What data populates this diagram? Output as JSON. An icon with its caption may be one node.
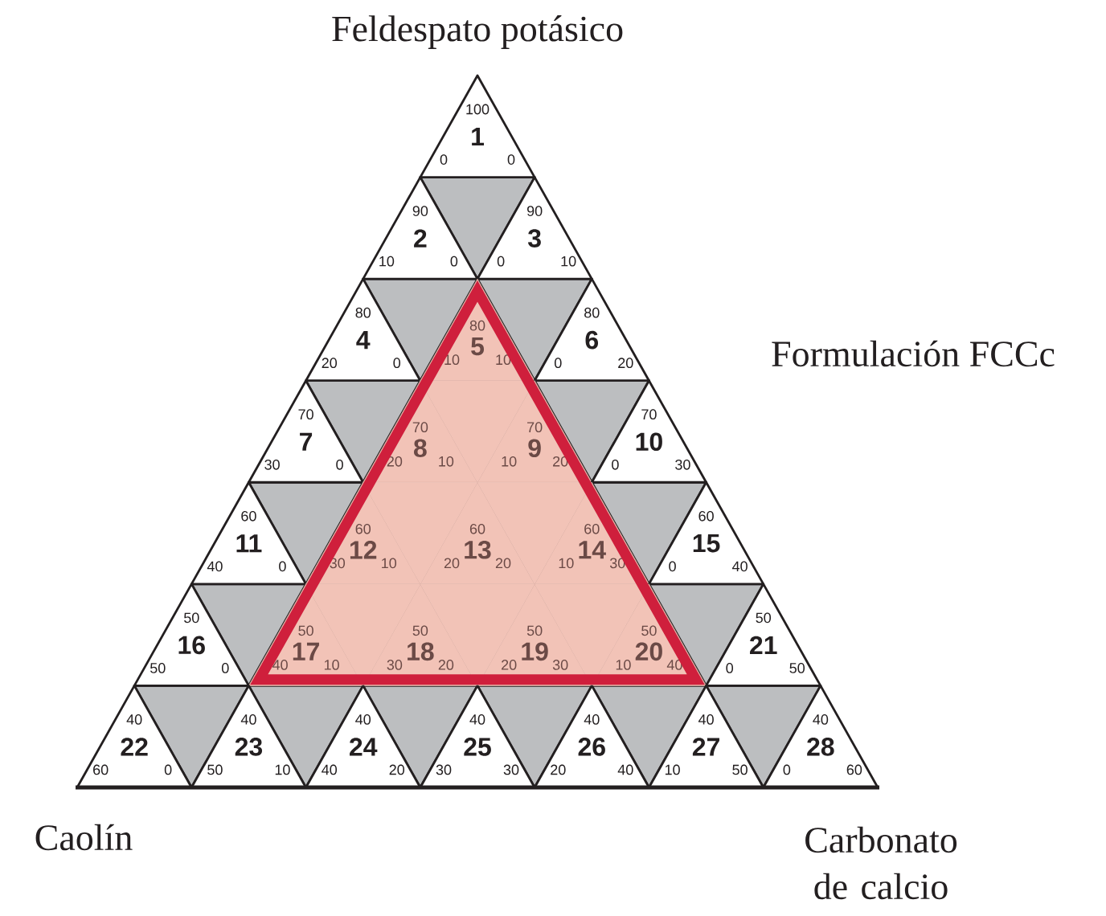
{
  "diagram": {
    "nodes": [
      {
        "text": [
          "100",
          "1",
          "0",
          "0"
        ]
      },
      {
        "text": [
          "90",
          "2",
          "10",
          "0"
        ]
      },
      {
        "text": [
          "90",
          "3",
          "0",
          "10"
        ]
      },
      {
        "text": [
          "80",
          "4",
          "20",
          "0"
        ]
      },
      {
        "text": [
          "80",
          "5",
          "10",
          "10"
        ]
      },
      {
        "text": [
          "80",
          "6",
          "0",
          "20"
        ]
      },
      {
        "text": [
          "70",
          "7",
          "30",
          "0"
        ]
      },
      {
        "text": [
          "70",
          "8",
          "20",
          "10"
        ]
      },
      {
        "text": [
          "70",
          "9",
          "10",
          "20"
        ]
      },
      {
        "text": [
          "70",
          "10",
          "0",
          "30"
        ]
      },
      {
        "text": [
          "60",
          "11",
          "40",
          "0"
        ]
      },
      {
        "text": [
          "60",
          "12",
          "30",
          "10"
        ]
      },
      {
        "text": [
          "60",
          "13",
          "20",
          "20"
        ]
      },
      {
        "text": [
          "60",
          "14",
          "10",
          "30"
        ]
      },
      {
        "text": [
          "60",
          "15",
          "0",
          "40"
        ]
      },
      {
        "text": [
          "50",
          "16",
          "50",
          "0"
        ]
      },
      {
        "text": [
          "50",
          "17",
          "40",
          "10"
        ]
      },
      {
        "text": [
          "50",
          "18",
          "30",
          "20"
        ]
      },
      {
        "text": [
          "50",
          "19",
          "20",
          "30"
        ]
      },
      {
        "text": [
          "50",
          "20",
          "10",
          "40"
        ]
      },
      {
        "text": [
          "50",
          "21",
          "0",
          "50"
        ]
      },
      {
        "text": [
          "40",
          "22",
          "60",
          "0"
        ]
      },
      {
        "text": [
          "40",
          "23",
          "50",
          "10"
        ]
      },
      {
        "text": [
          "40",
          "24",
          "40",
          "20"
        ]
      },
      {
        "text": [
          "40",
          "25",
          "30",
          "30"
        ]
      },
      {
        "text": [
          "40",
          "26",
          "20",
          "40"
        ]
      },
      {
        "text": [
          "40",
          "27",
          "10",
          "50"
        ]
      },
      {
        "text": [
          "40",
          "28",
          "0",
          "60"
        ]
      },
      {
        "text": [],
        "shape": "triangle"
      },
      {
        "text": [],
        "shape": "triangle"
      },
      {
        "text": [],
        "shape": "triangle"
      },
      {
        "text": [],
        "shape": "triangle"
      },
      {
        "text": [],
        "shape": "triangle"
      },
      {
        "text": [],
        "shape": "triangle"
      },
      {
        "text": [],
        "shape": "triangle"
      },
      {
        "text": [],
        "shape": "triangle"
      },
      {
        "text": [],
        "shape": "triangle"
      },
      {
        "text": [],
        "shape": "triangle"
      },
      {
        "text": [],
        "shape": "triangle"
      },
      {
        "text": [],
        "shape": "triangle"
      },
      {
        "text": [],
        "shape": "triangle"
      },
      {
        "text": [],
        "shape": "triangle"
      },
      {
        "text": [],
        "shape": "triangle"
      },
      {
        "text": [],
        "shape": "triangle"
      },
      {
        "text": [],
        "shape": "triangle"
      },
      {
        "text": [],
        "shape": "triangle"
      },
      {
        "text": [],
        "shape": "triangle"
      },
      {
        "text": [],
        "shape": "triangle"
      },
      {
        "text": [],
        "shape": "triangle"
      }
    ],
    "labels": [
      "Feldespato potásico",
      "Formulación FCCc",
      "Caolín",
      "Carbonato de calcio"
    ]
  }
}
